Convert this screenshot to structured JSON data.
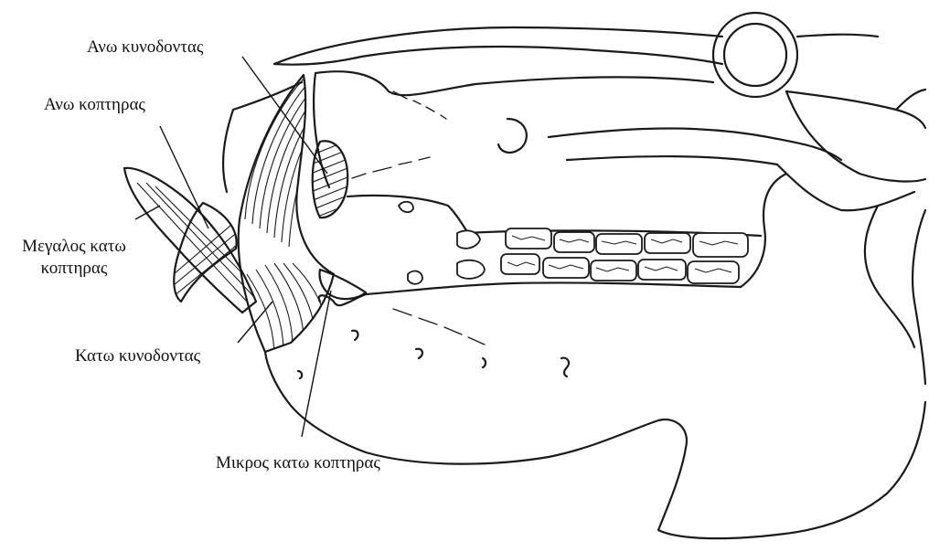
{
  "labels": {
    "upper_canine": "Ανω κυνοδοντας",
    "upper_incisor": "Ανω κοπτηρας",
    "large_lower_incisor_line1": "Μεγαλος κατω",
    "large_lower_incisor_line2": "κοπτηρας",
    "lower_canine": "Κατω κυνοδοντας",
    "small_lower_incisor": "Μικρος κατω κοπτηρας"
  }
}
